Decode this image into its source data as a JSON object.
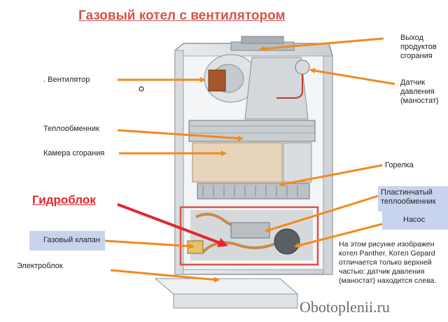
{
  "title": "Газовый котел с вентилятором",
  "hydroblock": "Гидроблок",
  "labels": {
    "exhaust": "Выход\nпродуктов\nсгорания",
    "sensor": "Датчик\nдавления\n(маностат)",
    "fan": ". Вентилятор",
    "heat_exchanger": "Теплообменник",
    "combustion_chamber": "Камера сгорания",
    "burner": "Горелка",
    "plate_exchanger": "Пластинчатый\nтеплообменник",
    "pump": "Насос",
    "gas_valve": "Газовый клапан",
    "electro_block": "Электроблок"
  },
  "note": "На этом рисунке изображен котел Panther.  Котел Gepard отличается только верхней частью: датчик давления (маностат) находится слева.",
  "watermark": "Obotoplenii.ru",
  "colors": {
    "title": "#d0564a",
    "arrow": "#f28a1c",
    "hydro_arrow": "#e3262e",
    "label_box": "#c8d4ee",
    "hydro_frame": "#d9534f"
  }
}
